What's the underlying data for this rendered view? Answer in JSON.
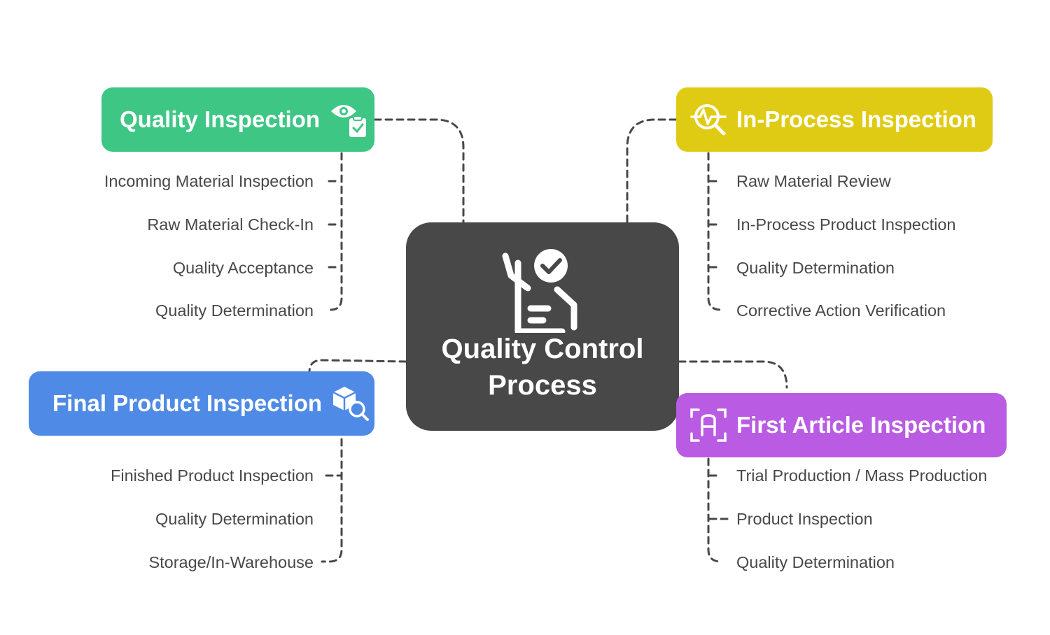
{
  "center": {
    "title_line1": "Quality Control",
    "title_line2": "Process"
  },
  "branches": {
    "quality_inspection": {
      "title": "Quality Inspection",
      "color": "#3ec684",
      "icon": "eye-clipboard-icon",
      "items": [
        "Incoming Material Inspection",
        "Raw Material Check-In",
        "Quality Acceptance",
        "Quality Determination"
      ]
    },
    "in_process_inspection": {
      "title": "In-Process Inspection",
      "color": "#e0cb14",
      "icon": "magnifier-pulse-icon",
      "items": [
        "Raw Material Review",
        "In-Process Product Inspection",
        "Quality Determination",
        "Corrective Action Verification"
      ]
    },
    "final_product_inspection": {
      "title": "Final Product Inspection",
      "color": "#4f8be6",
      "icon": "box-search-icon",
      "items": [
        "Finished Product Inspection",
        "Quality Determination",
        "Storage/In-Warehouse"
      ]
    },
    "first_article_inspection": {
      "title": "First Article Inspection",
      "color": "#b95ce3",
      "icon": "text-scan-icon",
      "items": [
        "Trial Production / Mass Production",
        "Product Inspection",
        "Quality Determination"
      ]
    }
  },
  "colors": {
    "center": "#484848",
    "connector": "#484848",
    "item_text": "#484848"
  }
}
